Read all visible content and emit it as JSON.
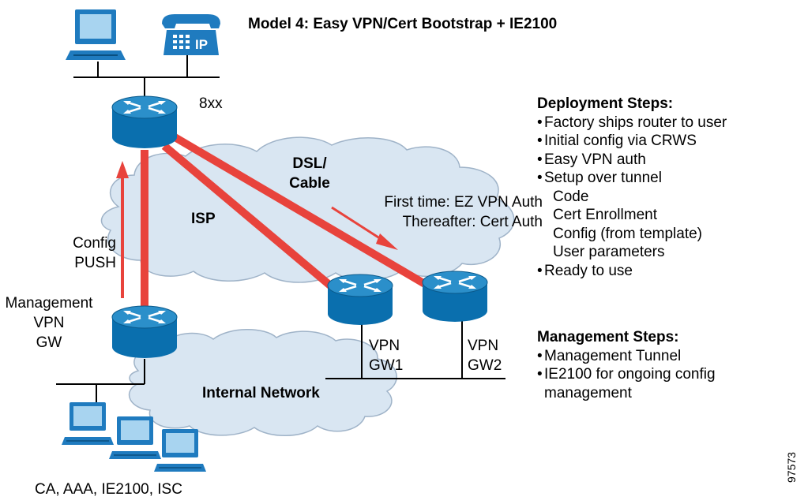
{
  "title": "Model 4: Easy VPN/Cert Bootstrap + IE2100",
  "labels": {
    "router_8xx": "8xx",
    "dsl_cable_line1": "DSL/",
    "dsl_cable_line2": "Cable",
    "isp": "ISP",
    "first_time_line1": "First time: EZ VPN Auth",
    "first_time_line2": "Thereafter: Cert Auth",
    "config_push_line1": "Config",
    "config_push_line2": "PUSH",
    "mgmt_vpn_gw_line1": "Management",
    "mgmt_vpn_gw_line2": "VPN",
    "mgmt_vpn_gw_line3": "GW",
    "vpn_gw1_line1": "VPN",
    "vpn_gw1_line2": "GW1",
    "vpn_gw2_line1": "VPN",
    "vpn_gw2_line2": "GW2",
    "internal_network": "Internal Network",
    "servers": "CA, AAA, IE2100, ISC",
    "phone_ip": "IP",
    "figure_id": "97573"
  },
  "deployment": {
    "heading": "Deployment Steps:",
    "steps": [
      "Factory ships router to user",
      "Initial config via CRWS",
      "Easy VPN auth",
      "Setup over tunnel"
    ],
    "substeps": [
      "Code",
      "Cert Enrollment",
      "Config (from template)",
      "User parameters"
    ],
    "final_step": "Ready to use"
  },
  "management": {
    "heading": "Management Steps:",
    "steps": [
      "Management Tunnel",
      "IE2100 for ongoing config"
    ],
    "continuation": "management"
  },
  "colors": {
    "router_blue": "#0a6fae",
    "router_top": "#2b8fca",
    "cloud_fill": "#d9e6f2",
    "cloud_stroke": "#9fb3c8",
    "tunnel_red": "#e8433c",
    "arrow_red": "#e8433c",
    "device_blue": "#1f7bbf"
  }
}
